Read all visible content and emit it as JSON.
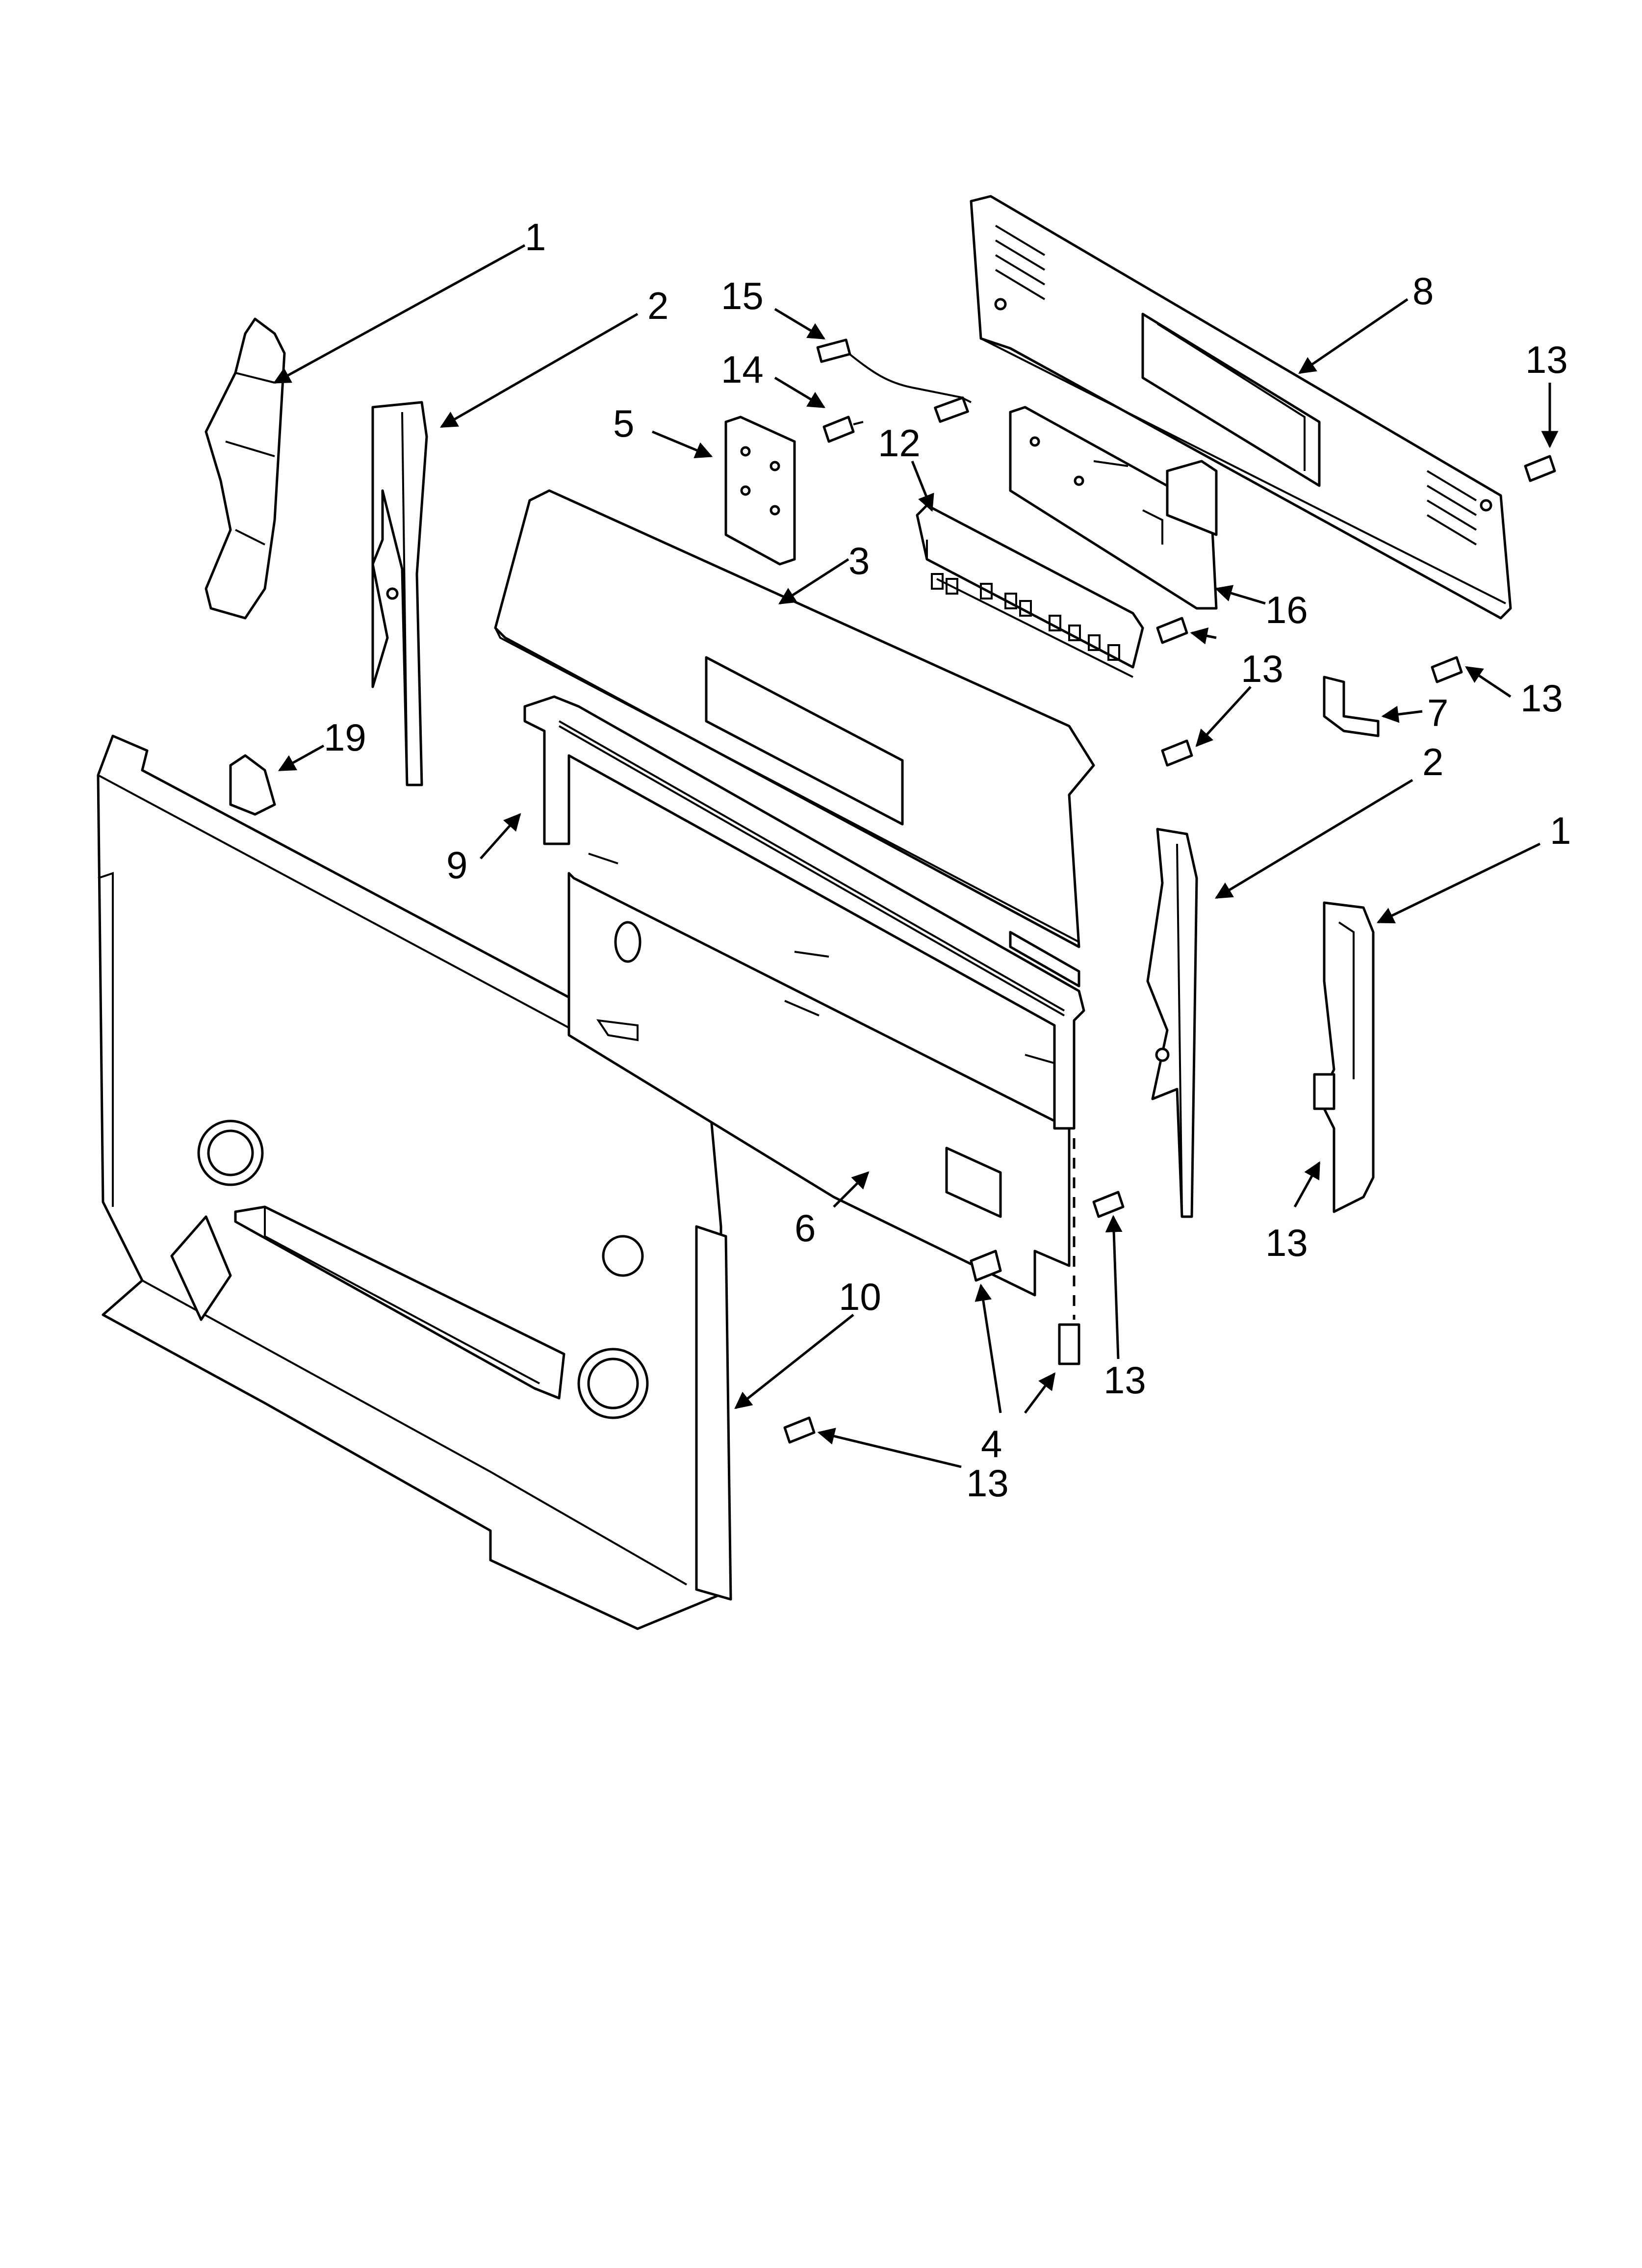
{
  "callouts": [
    "1",
    "2",
    "15",
    "14",
    "5",
    "12",
    "8",
    "13",
    "3",
    "16",
    "7",
    "19",
    "9",
    "6",
    "10",
    "4"
  ]
}
